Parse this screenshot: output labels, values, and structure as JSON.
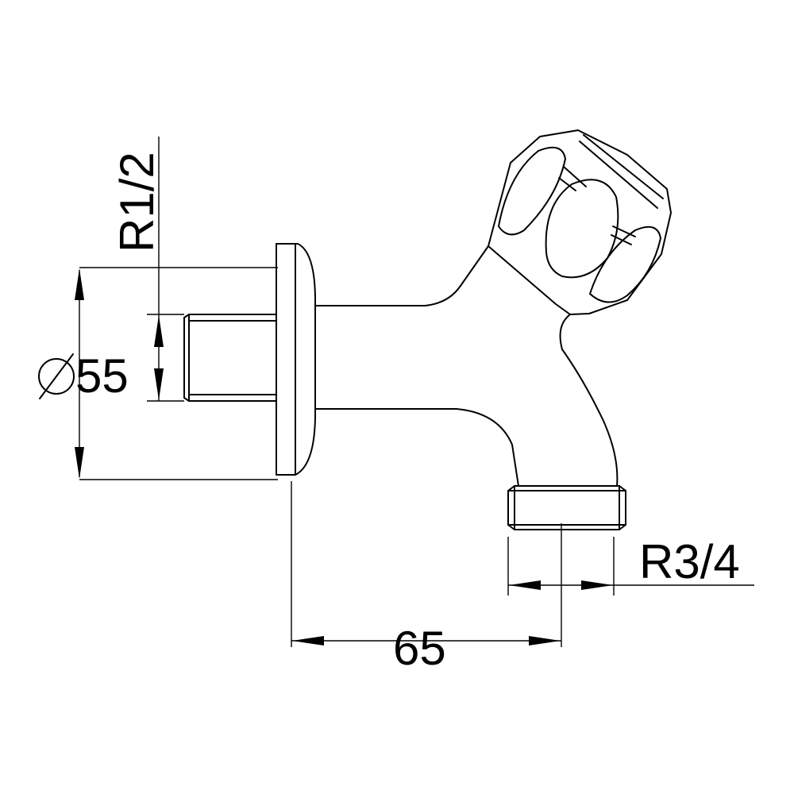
{
  "dimensions": {
    "inlet_thread": "R1/2",
    "flange_diameter": "55",
    "outlet_thread": "R3/4",
    "projection_length": "65"
  },
  "colors": {
    "line": "#000000",
    "background": "#ffffff"
  },
  "icons": {
    "diameter_symbol": "diameter-icon"
  }
}
